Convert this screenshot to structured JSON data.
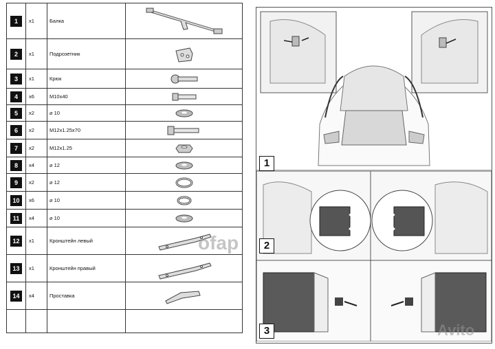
{
  "parts": [
    {
      "num": "1",
      "qty": "x1",
      "name": "Балка",
      "icon": "beam"
    },
    {
      "num": "2",
      "qty": "x1",
      "name": "Подрозетник",
      "icon": "socket-bracket"
    },
    {
      "num": "3",
      "qty": "x1",
      "name": "Крюк",
      "icon": "hook"
    },
    {
      "num": "4",
      "qty": "x6",
      "name": "M10x40",
      "icon": "bolt"
    },
    {
      "num": "5",
      "qty": "x2",
      "name": "⌀ 10",
      "icon": "washer"
    },
    {
      "num": "6",
      "qty": "x2",
      "name": "M12x1.25x70",
      "icon": "bolt"
    },
    {
      "num": "7",
      "qty": "x2",
      "name": "M12x1.25",
      "icon": "nut"
    },
    {
      "num": "8",
      "qty": "x4",
      "name": "⌀ 12",
      "icon": "washer"
    },
    {
      "num": "9",
      "qty": "x2",
      "name": "⌀ 12",
      "icon": "spring-washer"
    },
    {
      "num": "10",
      "qty": "x6",
      "name": "⌀ 10",
      "icon": "spring-washer"
    },
    {
      "num": "11",
      "qty": "x4",
      "name": "⌀ 10",
      "icon": "washer"
    },
    {
      "num": "12",
      "qty": "x1",
      "name": "Кронштейн левый",
      "icon": "bracket"
    },
    {
      "num": "13",
      "qty": "x1",
      "name": "Кронштейн правый",
      "icon": "bracket"
    },
    {
      "num": "14",
      "qty": "x4",
      "name": "Проставка",
      "icon": "spacer"
    }
  ],
  "steps": [
    "1",
    "2",
    "3"
  ],
  "watermark": {
    "left": "ofap",
    "right": "Avito"
  }
}
